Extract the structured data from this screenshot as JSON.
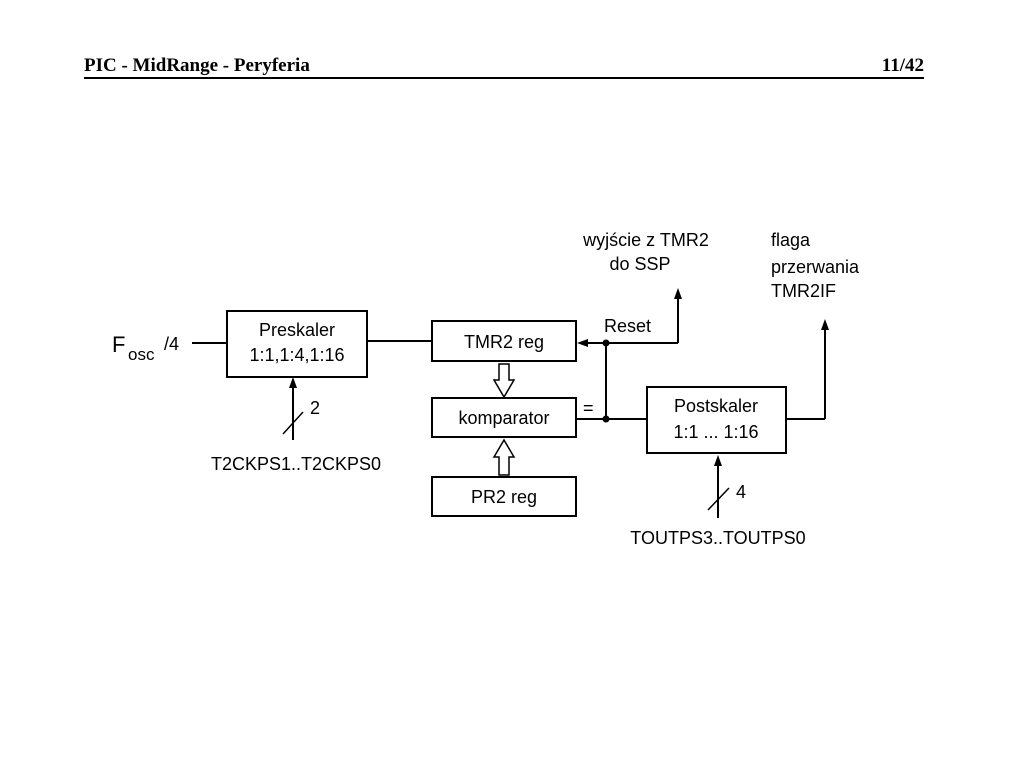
{
  "header": {
    "title": "PIC - MidRange - Peryferia",
    "page": "11/42"
  },
  "diagram": {
    "input_f": "F",
    "input_sub": "osc",
    "input_div": "/4",
    "preskaler_line1": "Preskaler",
    "preskaler_line2": "1:1,1:4,1:16",
    "tmr2": "TMR2 reg",
    "komparator": "komparator",
    "pr2": "PR2 reg",
    "postskaler_line1": "Postskaler",
    "postskaler_line2": "1:1 ... 1:16",
    "reset": "Reset",
    "equals": "=",
    "out_ssp_line1": "wyjście z TMR2",
    "out_ssp_line2": "do SSP",
    "flag_line1": "flaga",
    "flag_line2": "przerwania",
    "flag_line3": "TMR2IF",
    "bus_width_pre": "2",
    "bus_label_pre": "T2CKPS1..T2CKPS0",
    "bus_width_post": "4",
    "bus_label_post": "TOUTPS3..TOUTPS0"
  }
}
